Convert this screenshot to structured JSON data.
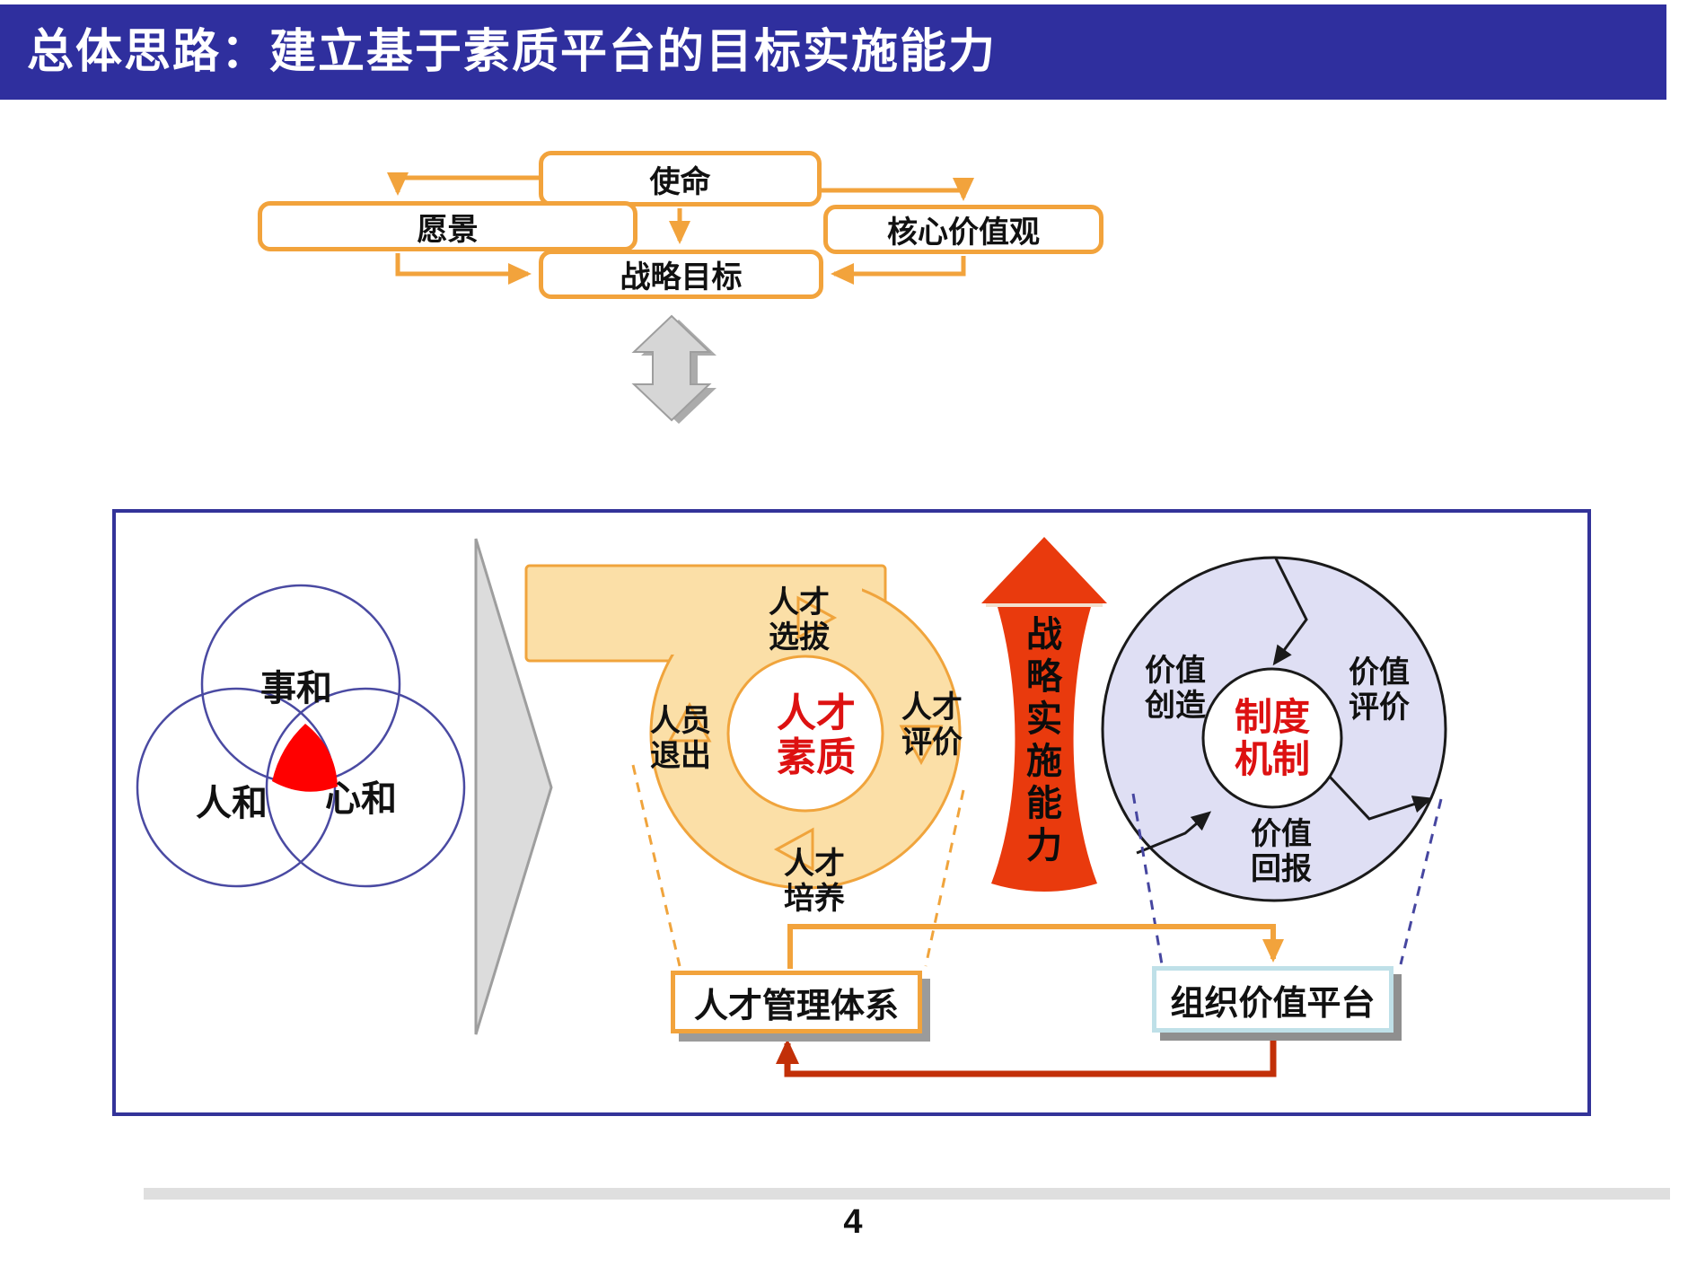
{
  "title": {
    "text": "总体思路：建立基于素质平台的目标实施能力"
  },
  "mvv_chart": {
    "mission": "使命",
    "vision": "愿景",
    "core_values": "核心价值观",
    "strategic_goal": "战略目标"
  },
  "venn": {
    "top": "事和",
    "bottom_left": "人和",
    "bottom_right": "心和"
  },
  "talent_cycle": {
    "center": "人才素质",
    "top": "人才选拔",
    "right": "人才评价",
    "bottom": "人才培养",
    "left": "人员退出"
  },
  "strategy_arrow": {
    "label": "战略实施能力"
  },
  "value_cycle": {
    "center": "制度机制",
    "left": "价值创造",
    "right": "价值评价",
    "bottom": "价值回报"
  },
  "platform_boxes": {
    "talent_management": "人才管理体系",
    "org_value_platform": "组织价值平台"
  },
  "footer": {
    "page_number": "4"
  },
  "colors": {
    "banner_blue": "#2F2F9E",
    "frame_navy": "#333399",
    "orange": "#F2A33C",
    "tan_fill": "#FBDFA7",
    "red_arrow": "#E93A0D",
    "red_text": "#DD1111",
    "lavender": "#DFDFF4",
    "venn_outline": "#4A4AA2",
    "venn_center_red": "#FF0000",
    "dark_red_connector": "#C23008",
    "pale_blue_border": "#BFE0E8",
    "gray_arrow": "#D6D6D6"
  }
}
